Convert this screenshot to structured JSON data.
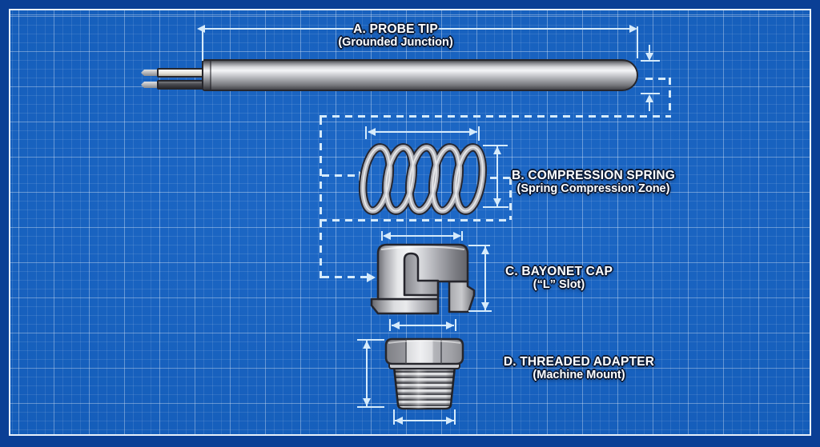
{
  "blueprint": {
    "colors": {
      "sheet_blue": "#1261c4",
      "margin_blue": "#0a3f95",
      "frame_white": "#e8f1fb",
      "dimension_line": "#d6ebfb",
      "label_text": "#ffffff",
      "metal_highlight": "#f4f5f7",
      "metal_shadow": "#4e4f54",
      "outline_dark": "#26262c"
    },
    "parts": [
      {
        "id": "probe-tip",
        "label": "A. PROBE TIP",
        "sublabel": "(Grounded Junction)"
      },
      {
        "id": "compression-spring",
        "label": "B. COMPRESSION SPRING",
        "sublabel": "(Spring Compression Zone)"
      },
      {
        "id": "bayonet-cap",
        "label": "C. BAYONET CAP",
        "sublabel": "(“L” Slot)"
      },
      {
        "id": "threaded-adapter",
        "label": "D. THREADED ADAPTER",
        "sublabel": "(Machine Mount)"
      }
    ]
  }
}
